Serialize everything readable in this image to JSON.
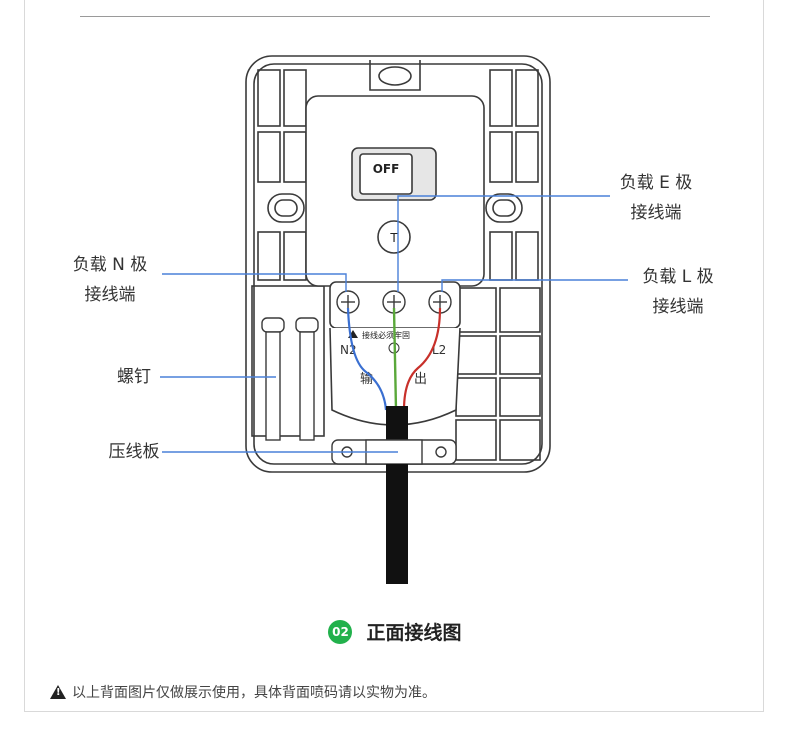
{
  "labels": {
    "load_e": [
      "负载 E 极",
      "接线端"
    ],
    "load_n": [
      "负载 N 极",
      "接线端"
    ],
    "load_l": [
      "负载 L 极",
      "接线端"
    ],
    "screw": "螺钉",
    "clamp": "压线板"
  },
  "device": {
    "switch_text": "OFF",
    "test_button": "T",
    "warning_text": "接线必须牢固",
    "terminal_n": "N2",
    "terminal_l": "L2",
    "output_left": "输",
    "output_right": "出"
  },
  "caption": {
    "number": "02",
    "title": "正面接线图"
  },
  "notice": "以上背面图片仅做展示使用，具体背面喷码请以实物为准。",
  "colors": {
    "blue_wire": "#3a6fd1",
    "green_wire": "#5aa83a",
    "red_wire": "#c8302a",
    "leader_line": "#4a80d8",
    "badge": "#22b14c"
  }
}
